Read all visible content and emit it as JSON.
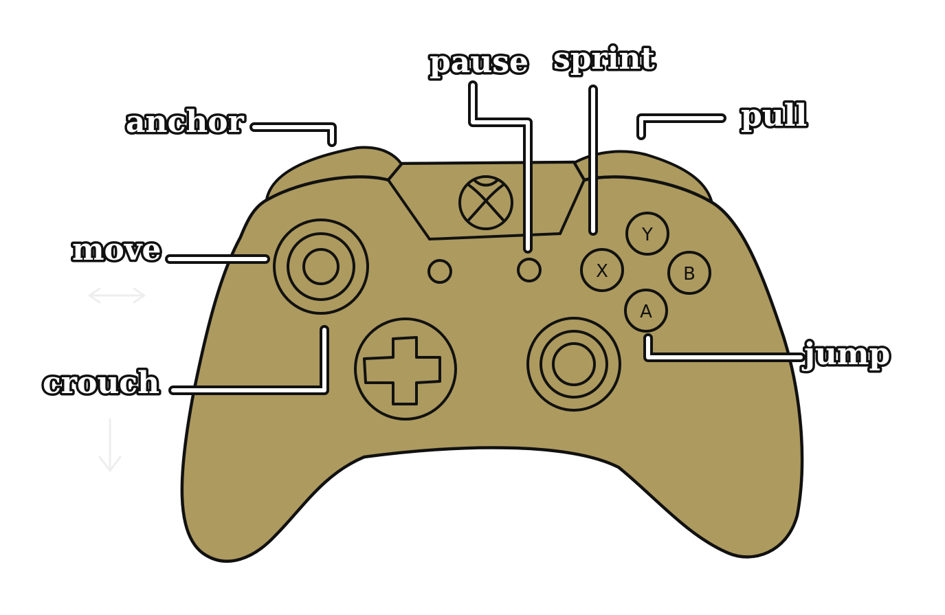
{
  "labels": {
    "anchor": "anchor",
    "pause": "pause",
    "sprint": "sprint",
    "pull": "pull",
    "move": "move",
    "crouch": "crouch",
    "jump": "jump"
  },
  "face_buttons": {
    "y": "Y",
    "b": "B",
    "x": "X",
    "a": "A"
  },
  "colors": {
    "controller_body": "#ad9a5e",
    "controller_outline": "#111111",
    "label_fill": "#ffffff"
  }
}
